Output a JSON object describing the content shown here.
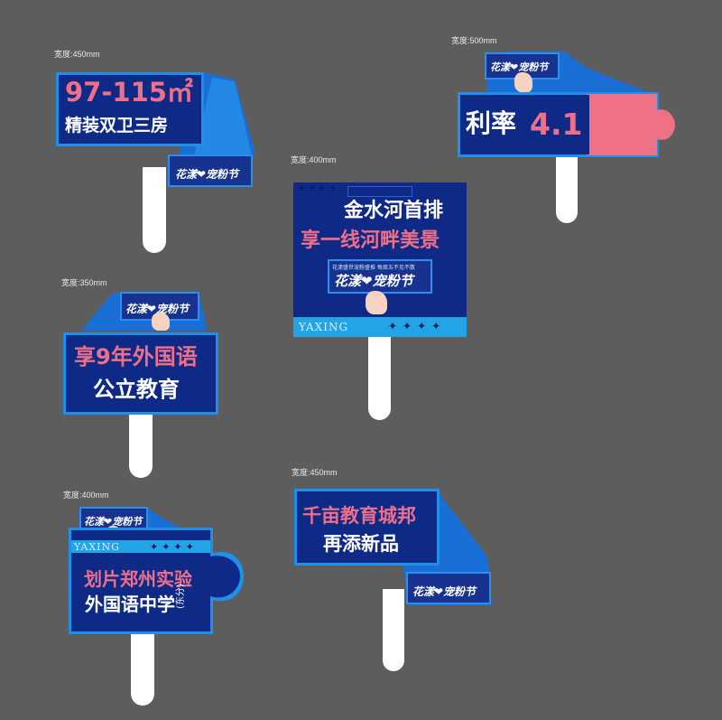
{
  "signs": [
    {
      "width_label": "宽度:450mm",
      "line1": "97-115㎡",
      "line2": "精装双卫三房",
      "badge_text": "花漾❤宠粉节"
    },
    {
      "width_label": "宽度:500mm",
      "label": "利率",
      "rate": "4.1",
      "badge_text": "花漾❤宠粉节"
    },
    {
      "width_label": "宽度:400mm",
      "line1": "金水河首排",
      "line2": "享一线河畔美景",
      "badge_top": "花漾盛世宠粉盛推 每周五不见不散",
      "badge_text": "花漾❤宠粉节",
      "brand": "YAXING",
      "stars": "✦✦✦✦"
    },
    {
      "width_label": "宽度:350mm",
      "line1": "享9年外国语",
      "line2": "公立教育",
      "badge_text": "花漾❤宠粉节"
    },
    {
      "width_label": "宽度:400mm",
      "line1": "划片郑州实验",
      "line2": "外国语中学",
      "note": "(东分)",
      "brand": "YAXING",
      "stars": "✦✦✦✦",
      "badge_text": "花漾❤宠粉节"
    },
    {
      "width_label": "宽度:450mm",
      "line1": "千亩教育城邦",
      "line2": "再添新品",
      "badge_text": "花漾❤宠粉节"
    }
  ],
  "colors": {
    "background": "#5d5d5d",
    "panel": "#0f2a86",
    "border": "#1f8fe8",
    "pink": "#ee6f8a",
    "white": "#ffffff"
  }
}
